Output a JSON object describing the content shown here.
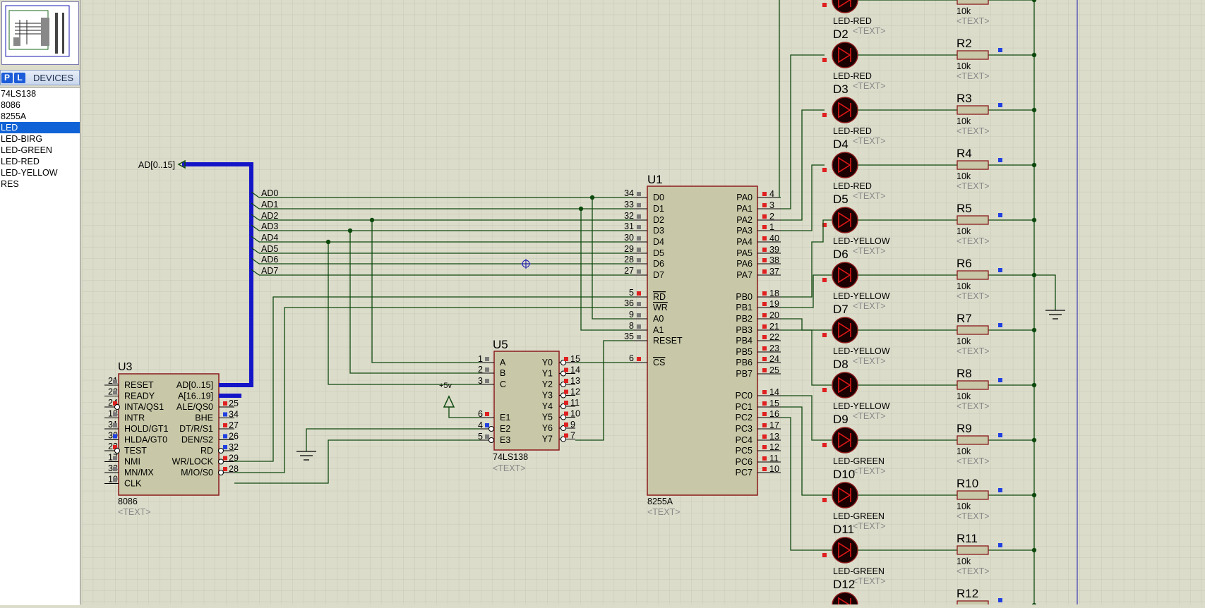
{
  "sidebar": {
    "mode_p": "P",
    "mode_l": "L",
    "title": "DEVICES",
    "devices": [
      "74LS138",
      "8086",
      "8255A",
      "LED",
      "LED-BIRG",
      "LED-GREEN",
      "LED-RED",
      "LED-YELLOW",
      "RES"
    ],
    "selected": "LED"
  },
  "schematic": {
    "bus_label": "AD[0..15]",
    "ad_labels": [
      "AD0",
      "AD1",
      "AD2",
      "AD3",
      "AD4",
      "AD5",
      "AD6",
      "AD7"
    ],
    "u3": {
      "ref": "U3",
      "part": "8086",
      "text": "<TEXT>",
      "left_pins": [
        {
          "num": "21",
          "name": "RESET"
        },
        {
          "num": "22",
          "name": "READY"
        },
        {
          "num": "24",
          "name": "INTA/QS1"
        },
        {
          "num": "18",
          "name": "INTR"
        },
        {
          "num": "31",
          "name": "HOLD/GT1"
        },
        {
          "num": "30",
          "name": "HLDA/GT0"
        },
        {
          "num": "23",
          "name": "TEST"
        },
        {
          "num": "17",
          "name": "NMI"
        },
        {
          "num": "33",
          "name": "MN/MX"
        },
        {
          "num": "19",
          "name": "CLK"
        }
      ],
      "right_pins": [
        {
          "num": "",
          "name": "AD[0..15]"
        },
        {
          "num": "",
          "name": "A[16..19]"
        },
        {
          "num": "25",
          "name": "ALE/QS0"
        },
        {
          "num": "34",
          "name": "BHE"
        },
        {
          "num": "27",
          "name": "DT/R/S1"
        },
        {
          "num": "26",
          "name": "DEN/S2"
        },
        {
          "num": "32",
          "name": "RD"
        },
        {
          "num": "29",
          "name": "WR/LOCK"
        },
        {
          "num": "28",
          "name": "M/IO/S0"
        }
      ]
    },
    "u5": {
      "ref": "U5",
      "part": "74LS138",
      "text": "<TEXT>",
      "left_pins": [
        {
          "num": "1",
          "name": "A"
        },
        {
          "num": "2",
          "name": "B"
        },
        {
          "num": "3",
          "name": "C"
        },
        {
          "num": "6",
          "name": "E1"
        },
        {
          "num": "4",
          "name": "E2"
        },
        {
          "num": "5",
          "name": "E3"
        }
      ],
      "right_pins": [
        {
          "num": "15",
          "name": "Y0"
        },
        {
          "num": "14",
          "name": "Y1"
        },
        {
          "num": "13",
          "name": "Y2"
        },
        {
          "num": "12",
          "name": "Y3"
        },
        {
          "num": "11",
          "name": "Y4"
        },
        {
          "num": "10",
          "name": "Y5"
        },
        {
          "num": "9",
          "name": "Y6"
        },
        {
          "num": "7",
          "name": "Y7"
        }
      ],
      "power_label": "+5v"
    },
    "u1": {
      "ref": "U1",
      "part": "8255A",
      "text": "<TEXT>",
      "left_pins": [
        {
          "num": "34",
          "name": "D0"
        },
        {
          "num": "33",
          "name": "D1"
        },
        {
          "num": "32",
          "name": "D2"
        },
        {
          "num": "31",
          "name": "D3"
        },
        {
          "num": "30",
          "name": "D4"
        },
        {
          "num": "29",
          "name": "D5"
        },
        {
          "num": "28",
          "name": "D6"
        },
        {
          "num": "27",
          "name": "D7"
        },
        {
          "num": "5",
          "name": "RD"
        },
        {
          "num": "36",
          "name": "WR"
        },
        {
          "num": "9",
          "name": "A0"
        },
        {
          "num": "8",
          "name": "A1"
        },
        {
          "num": "35",
          "name": "RESET"
        },
        {
          "num": "6",
          "name": "CS"
        }
      ],
      "right_pins": [
        {
          "num": "4",
          "name": "PA0"
        },
        {
          "num": "3",
          "name": "PA1"
        },
        {
          "num": "2",
          "name": "PA2"
        },
        {
          "num": "1",
          "name": "PA3"
        },
        {
          "num": "40",
          "name": "PA4"
        },
        {
          "num": "39",
          "name": "PA5"
        },
        {
          "num": "38",
          "name": "PA6"
        },
        {
          "num": "37",
          "name": "PA7"
        },
        {
          "num": "18",
          "name": "PB0"
        },
        {
          "num": "19",
          "name": "PB1"
        },
        {
          "num": "20",
          "name": "PB2"
        },
        {
          "num": "21",
          "name": "PB3"
        },
        {
          "num": "22",
          "name": "PB4"
        },
        {
          "num": "23",
          "name": "PB5"
        },
        {
          "num": "24",
          "name": "PB6"
        },
        {
          "num": "25",
          "name": "PB7"
        },
        {
          "num": "14",
          "name": "PC0"
        },
        {
          "num": "15",
          "name": "PC1"
        },
        {
          "num": "16",
          "name": "PC2"
        },
        {
          "num": "17",
          "name": "PC3"
        },
        {
          "num": "13",
          "name": "PC4"
        },
        {
          "num": "12",
          "name": "PC5"
        },
        {
          "num": "11",
          "name": "PC6"
        },
        {
          "num": "10",
          "name": "PC7"
        }
      ]
    },
    "leds": [
      {
        "ref": "",
        "type": "LED-RED"
      },
      {
        "ref": "D2",
        "type": "LED-RED"
      },
      {
        "ref": "D3",
        "type": "LED-RED"
      },
      {
        "ref": "D4",
        "type": "LED-RED"
      },
      {
        "ref": "D5",
        "type": "LED-YELLOW"
      },
      {
        "ref": "D6",
        "type": "LED-YELLOW"
      },
      {
        "ref": "D7",
        "type": "LED-YELLOW"
      },
      {
        "ref": "D8",
        "type": "LED-YELLOW"
      },
      {
        "ref": "D9",
        "type": "LED-GREEN"
      },
      {
        "ref": "D10",
        "type": "LED-GREEN"
      },
      {
        "ref": "D11",
        "type": "LED-GREEN"
      },
      {
        "ref": "D12",
        "type": ""
      }
    ],
    "resistors": [
      {
        "ref": "",
        "value": "10k"
      },
      {
        "ref": "R2",
        "value": "10k"
      },
      {
        "ref": "R3",
        "value": "10k"
      },
      {
        "ref": "R4",
        "value": "10k"
      },
      {
        "ref": "R5",
        "value": "10k"
      },
      {
        "ref": "R6",
        "value": "10k"
      },
      {
        "ref": "R7",
        "value": "10k"
      },
      {
        "ref": "R8",
        "value": "10k"
      },
      {
        "ref": "R9",
        "value": "10k"
      },
      {
        "ref": "R10",
        "value": "10k"
      },
      {
        "ref": "R11",
        "value": "10k"
      },
      {
        "ref": "R12",
        "value": ""
      }
    ],
    "text_placeholder": "<TEXT>"
  },
  "colors": {
    "background": "#dcdccb",
    "grid": "#c7c7b6",
    "wire": "#0e4a0e",
    "component_fill": "#c8c8a8",
    "component_border": "#8b1a1a",
    "bus": "#1515c8",
    "pin_red": "#e02020",
    "pin_blue": "#2040e0",
    "selection": "#1063d6"
  }
}
